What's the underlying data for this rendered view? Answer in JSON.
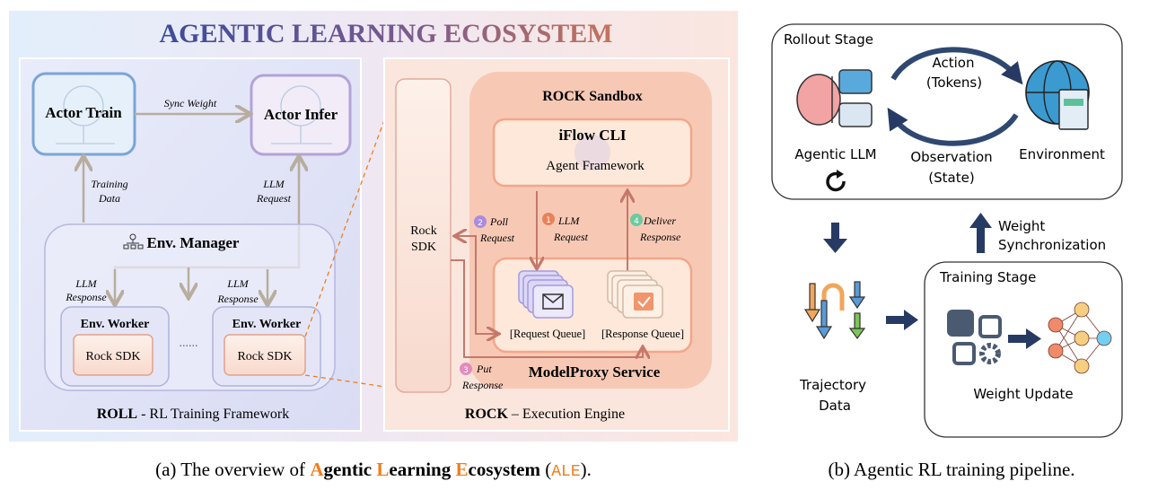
{
  "panel_a": {
    "title": "AGENTIC LEARNING ECOSYSTEM",
    "roll": {
      "actor_train": "Actor Train",
      "actor_infer": "Actor Infer",
      "sync_weight": "Sync Weight",
      "training_data": [
        "Training",
        "Data"
      ],
      "llm_request": [
        "LLM",
        "Request"
      ],
      "env_manager": "Env. Manager",
      "llm_response_left": [
        "LLM",
        "Response"
      ],
      "llm_response_right": [
        "LLM",
        "Response"
      ],
      "env_worker_1": "Env. Worker",
      "env_worker_2": "Env. Worker",
      "rock_sdk_1": "Rock SDK",
      "rock_sdk_2": "Rock SDK",
      "ellipsis": "......",
      "footer_bold": "ROLL",
      "footer_rest": " - RL Training Framework"
    },
    "rock": {
      "rock_sdk": [
        "Rock",
        "SDK"
      ],
      "sandbox_title": "ROCK Sandbox",
      "iflow_title": "iFlow CLI",
      "iflow_subtitle": "Agent Framework",
      "steps": [
        {
          "num": "1",
          "label": [
            "LLM",
            "Request"
          ],
          "color": "#e8825a"
        },
        {
          "num": "2",
          "label": [
            "Poll",
            "Request"
          ],
          "color": "#a98be0"
        },
        {
          "num": "3",
          "label": [
            "Put",
            "Response"
          ],
          "color": "#e28cc0"
        },
        {
          "num": "4",
          "label": [
            "Deliver",
            "Response"
          ],
          "color": "#6cc9a0"
        }
      ],
      "request_queue": "[Request Queue]",
      "response_queue": "[Response Queue]",
      "modelproxy": "ModelProxy Service",
      "footer_bold": "ROCK",
      "footer_rest": " – Execution Engine"
    },
    "caption": {
      "prefix": "(a) The overview of ",
      "a": "A",
      "gentic": "gentic ",
      "l": "L",
      "earning": "earning ",
      "e": "E",
      "cosystem": "cosystem",
      "open": " (",
      "abbr": "ALE",
      "close": ")."
    }
  },
  "panel_b": {
    "rollout_stage": "Rollout Stage",
    "action": [
      "Action",
      "(Tokens)"
    ],
    "observation": [
      "Observation",
      "(State)"
    ],
    "agentic_llm": "Agentic LLM",
    "environment": "Environment",
    "weight_sync": [
      "Weight",
      "Synchronization"
    ],
    "trajectory": [
      "Trajectory",
      "Data"
    ],
    "training_stage": "Training Stage",
    "weight_update": "Weight Update",
    "caption": "(b) Agentic RL training pipeline."
  },
  "colors": {
    "accent_orange": "#f07d1a",
    "title_blue": "#3c4b9a",
    "title_rose": "#b86a5a",
    "arrow_grey": "#b8ad9e",
    "arrow_rock": "#c5786a",
    "navy": "#263a63"
  }
}
